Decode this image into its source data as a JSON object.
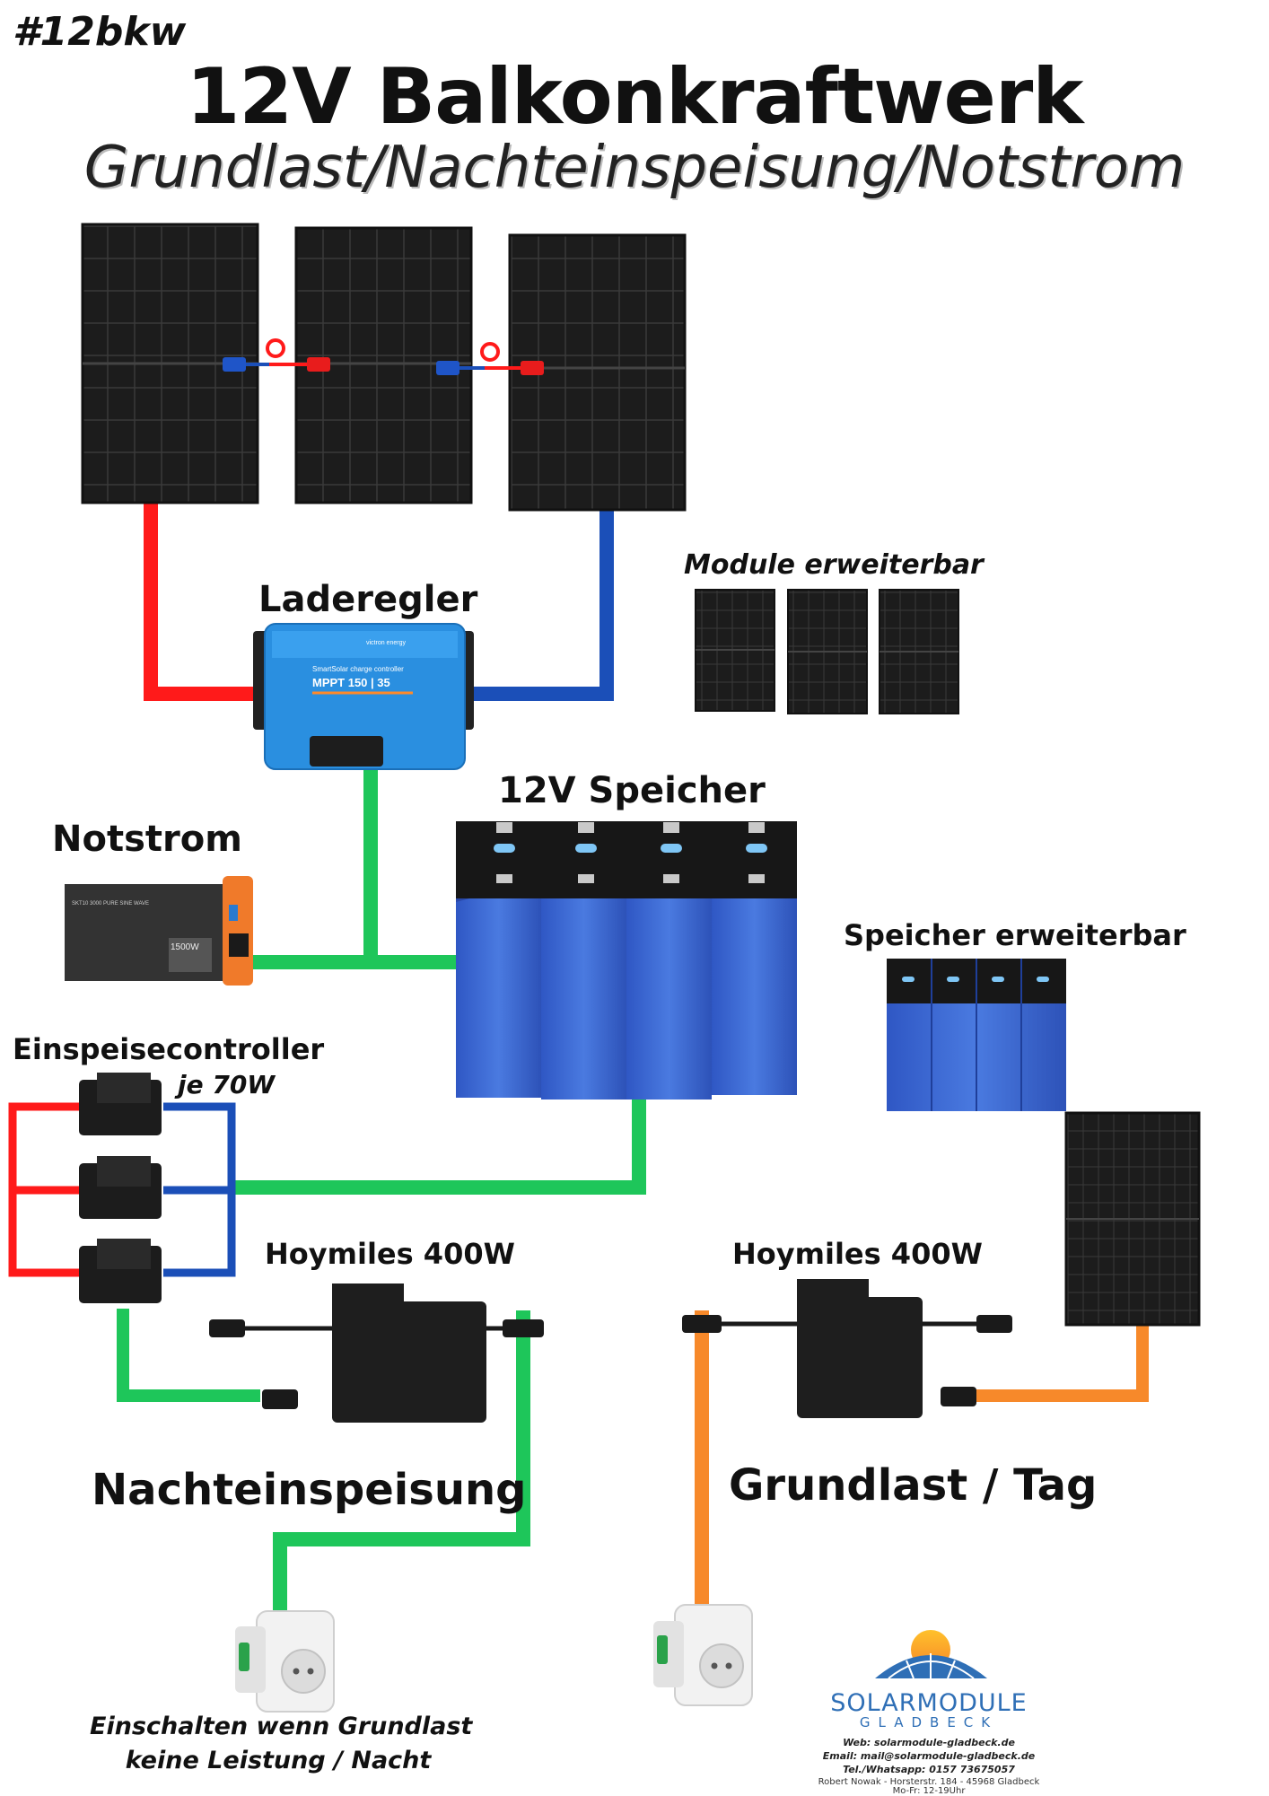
{
  "header": {
    "hashtag": "#12bkw",
    "title": "12V Balkonkraftwerk",
    "subtitle": "Grundlast/Nachteinspeisung/Notstrom"
  },
  "labels": {
    "charge_controller": "Laderegler",
    "modules_expandable": "Module erweiterbar",
    "battery": "12V Speicher",
    "backup_power": "Notstrom",
    "battery_expandable": "Speicher erweiterbar",
    "feed_controller": "Einspeisecontroller",
    "feed_controller_sub": "je 70W",
    "inverter_left": "Hoymiles 400W",
    "inverter_right": "Hoymiles 400W",
    "night_feed": "Nachteinspeisung",
    "base_load_day": "Grundlast / Tag",
    "note_line1": "Einschalten wenn Grundlast",
    "note_line2": "keine Leistung / Nacht"
  },
  "devices": {
    "mppt_brand": "victron energy",
    "mppt_line1": "SmartSolar charge controller",
    "mppt_model": "MPPT 150 | 35",
    "inverter_rating": "1500W",
    "inverter_model": "SKT10 3000 PURE SINE WAVE"
  },
  "company": {
    "name": "SOLARMODULE",
    "city": "GLADBECK",
    "web": "Web: solarmodule-gladbeck.de",
    "email": "Email: mail@solarmodule-gladbeck.de",
    "phone": "Tel./Whatsapp: 0157 73675057",
    "address": "Robert Nowak - Horsterstr. 184 - 45968 Gladbeck",
    "hours": "Mo-Fr: 12-19Uhr"
  },
  "colors": {
    "cable_red": "#ff1a1a",
    "cable_blue": "#1b4fb8",
    "cable_green": "#1ec65a",
    "cable_orange": "#f7892a",
    "panel": "#1c1c1c",
    "battery": "#3b68d4",
    "mppt": "#2a8fe0"
  }
}
